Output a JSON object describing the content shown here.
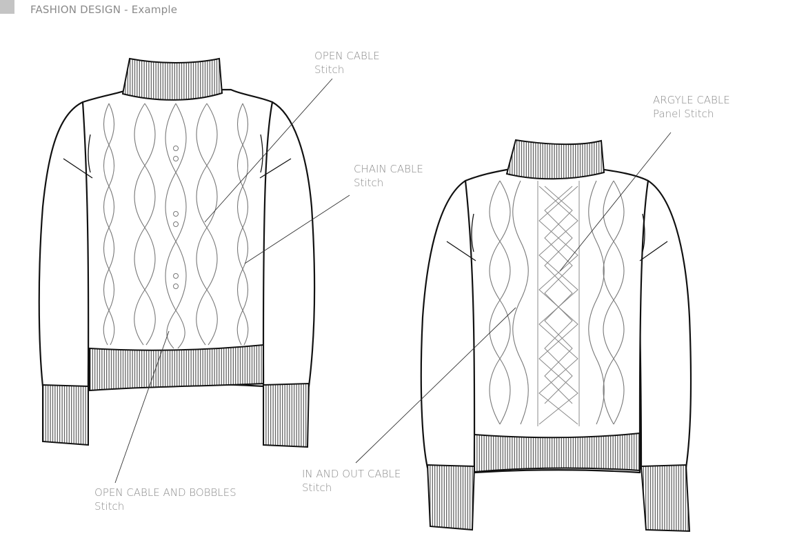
{
  "header": {
    "title": "FASHION DESIGN - Example"
  },
  "callouts": {
    "open_cable": {
      "title": "OPEN CABLE",
      "subtitle": "Stitch"
    },
    "chain_cable": {
      "title": "CHAIN CABLE",
      "subtitle": "Stitch"
    },
    "argyle_cable": {
      "title": "ARGYLE CABLE",
      "subtitle": "Panel Stitch"
    },
    "in_and_out_cable": {
      "title": "IN AND OUT CABLE",
      "subtitle": "Stitch"
    },
    "open_cable_bobbles": {
      "title": "OPEN CABLE AND BOBBLES",
      "subtitle": "Stitch"
    }
  },
  "colors": {
    "label_text": "#8a8a8a",
    "outline": "#111111",
    "cable_line": "#777777",
    "header_mark": "#c4c4c4"
  }
}
